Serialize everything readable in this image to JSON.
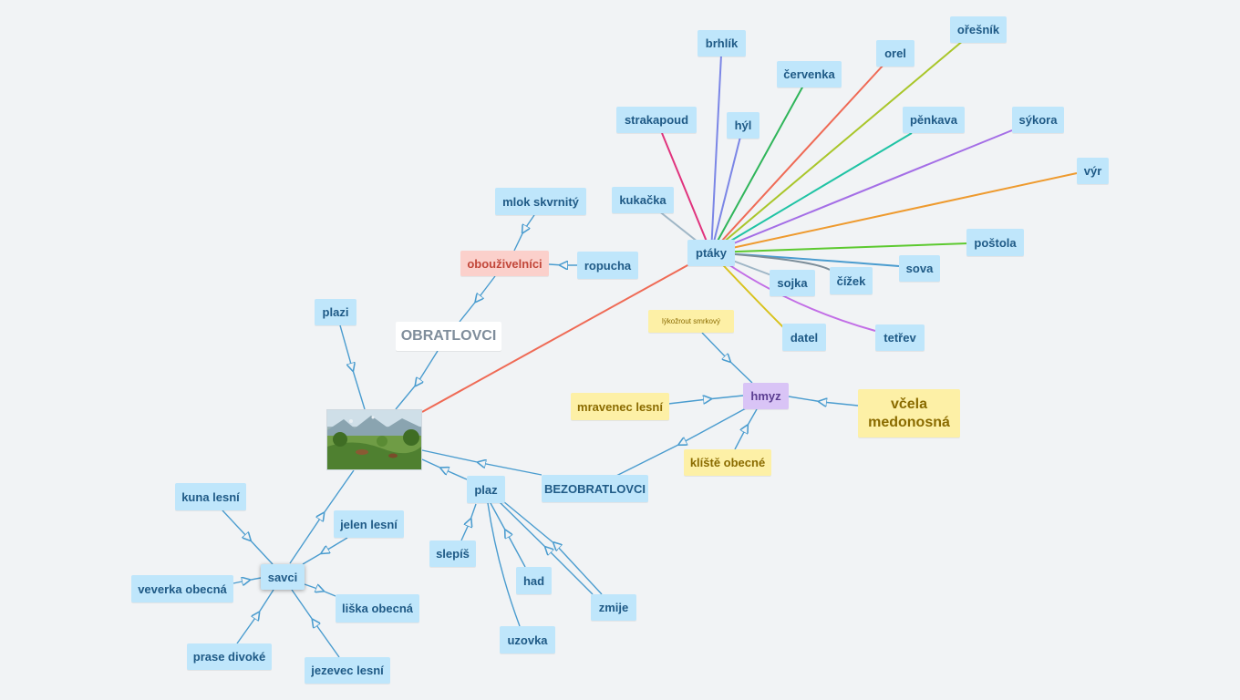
{
  "center": {
    "label": "OBRATLOVCI"
  },
  "invertebrates": {
    "label": "BEZOBRATLOVCI"
  },
  "amphibians": {
    "label": "obouživelníci",
    "children": [
      "mlok skvrnitý",
      "ropucha"
    ]
  },
  "reptiles_group": {
    "label": "plazi"
  },
  "reptiles": {
    "label": "plaz",
    "children": [
      "slepíš",
      "had",
      "uzovka",
      "zmije"
    ]
  },
  "mammals": {
    "label": "savci",
    "children": [
      "kuna lesní",
      "jelen lesní",
      "veverka obecná",
      "liška obecná",
      "prase divoké",
      "jezevec lesní"
    ]
  },
  "birds": {
    "label": "ptáky",
    "children": [
      "brhlík",
      "ořešník",
      "orel",
      "červenka",
      "strakapoud",
      "hýl",
      "pěnkava",
      "sýkora",
      "výr",
      "kukačka",
      "poštola",
      "sova",
      "čížek",
      "sojka",
      "datel",
      "tetřev"
    ]
  },
  "insects": {
    "label": "hmyz",
    "children": [
      "lýkožrout smrkový",
      "mravenec lesní",
      "včela medonosná",
      "klíště obecné"
    ]
  },
  "colors": {
    "node_fill": "#bfe6fb",
    "node_text": "#1f5a86",
    "connector": "#4a9ccf",
    "yellow_fill": "#fdf0a6",
    "pink_fill": "#fbd0cb",
    "purple_fill": "#d9c4f6",
    "birds_to_picture": "#ef6a55"
  }
}
